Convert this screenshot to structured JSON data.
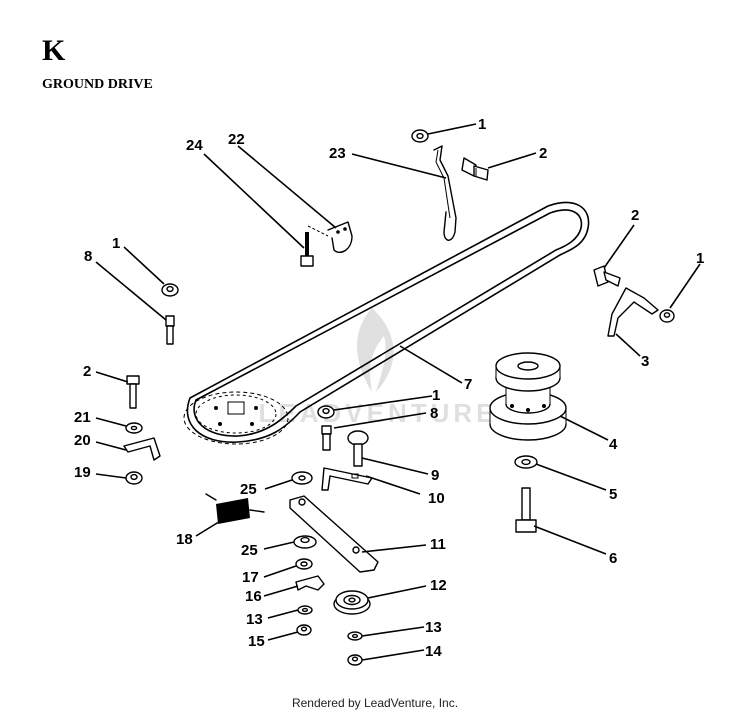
{
  "header": {
    "letter": "K",
    "title": "GROUND DRIVE"
  },
  "watermark": "LEADVENTURE",
  "footer": "Rendered by LeadVenture, Inc.",
  "callouts": [
    {
      "id": "c1a",
      "label": "1"
    },
    {
      "id": "c2a",
      "label": "2"
    },
    {
      "id": "c23",
      "label": "23"
    },
    {
      "id": "c24",
      "label": "24"
    },
    {
      "id": "c22",
      "label": "22"
    },
    {
      "id": "c2b",
      "label": "2"
    },
    {
      "id": "c1b",
      "label": "1"
    },
    {
      "id": "c1c",
      "label": "1"
    },
    {
      "id": "c8a",
      "label": "8"
    },
    {
      "id": "c3",
      "label": "3"
    },
    {
      "id": "c7",
      "label": "7"
    },
    {
      "id": "c2c",
      "label": "2"
    },
    {
      "id": "c1d",
      "label": "1"
    },
    {
      "id": "c8b",
      "label": "8"
    },
    {
      "id": "c4",
      "label": "4"
    },
    {
      "id": "c21",
      "label": "21"
    },
    {
      "id": "c20",
      "label": "20"
    },
    {
      "id": "c9",
      "label": "9"
    },
    {
      "id": "c19",
      "label": "19"
    },
    {
      "id": "c25a",
      "label": "25"
    },
    {
      "id": "c10",
      "label": "10"
    },
    {
      "id": "c5",
      "label": "5"
    },
    {
      "id": "c18",
      "label": "18"
    },
    {
      "id": "c11",
      "label": "11"
    },
    {
      "id": "c25b",
      "label": "25"
    },
    {
      "id": "c6",
      "label": "6"
    },
    {
      "id": "c17",
      "label": "17"
    },
    {
      "id": "c12",
      "label": "12"
    },
    {
      "id": "c16",
      "label": "16"
    },
    {
      "id": "c13a",
      "label": "13"
    },
    {
      "id": "c13b",
      "label": "13"
    },
    {
      "id": "c15",
      "label": "15"
    },
    {
      "id": "c14",
      "label": "14"
    }
  ]
}
